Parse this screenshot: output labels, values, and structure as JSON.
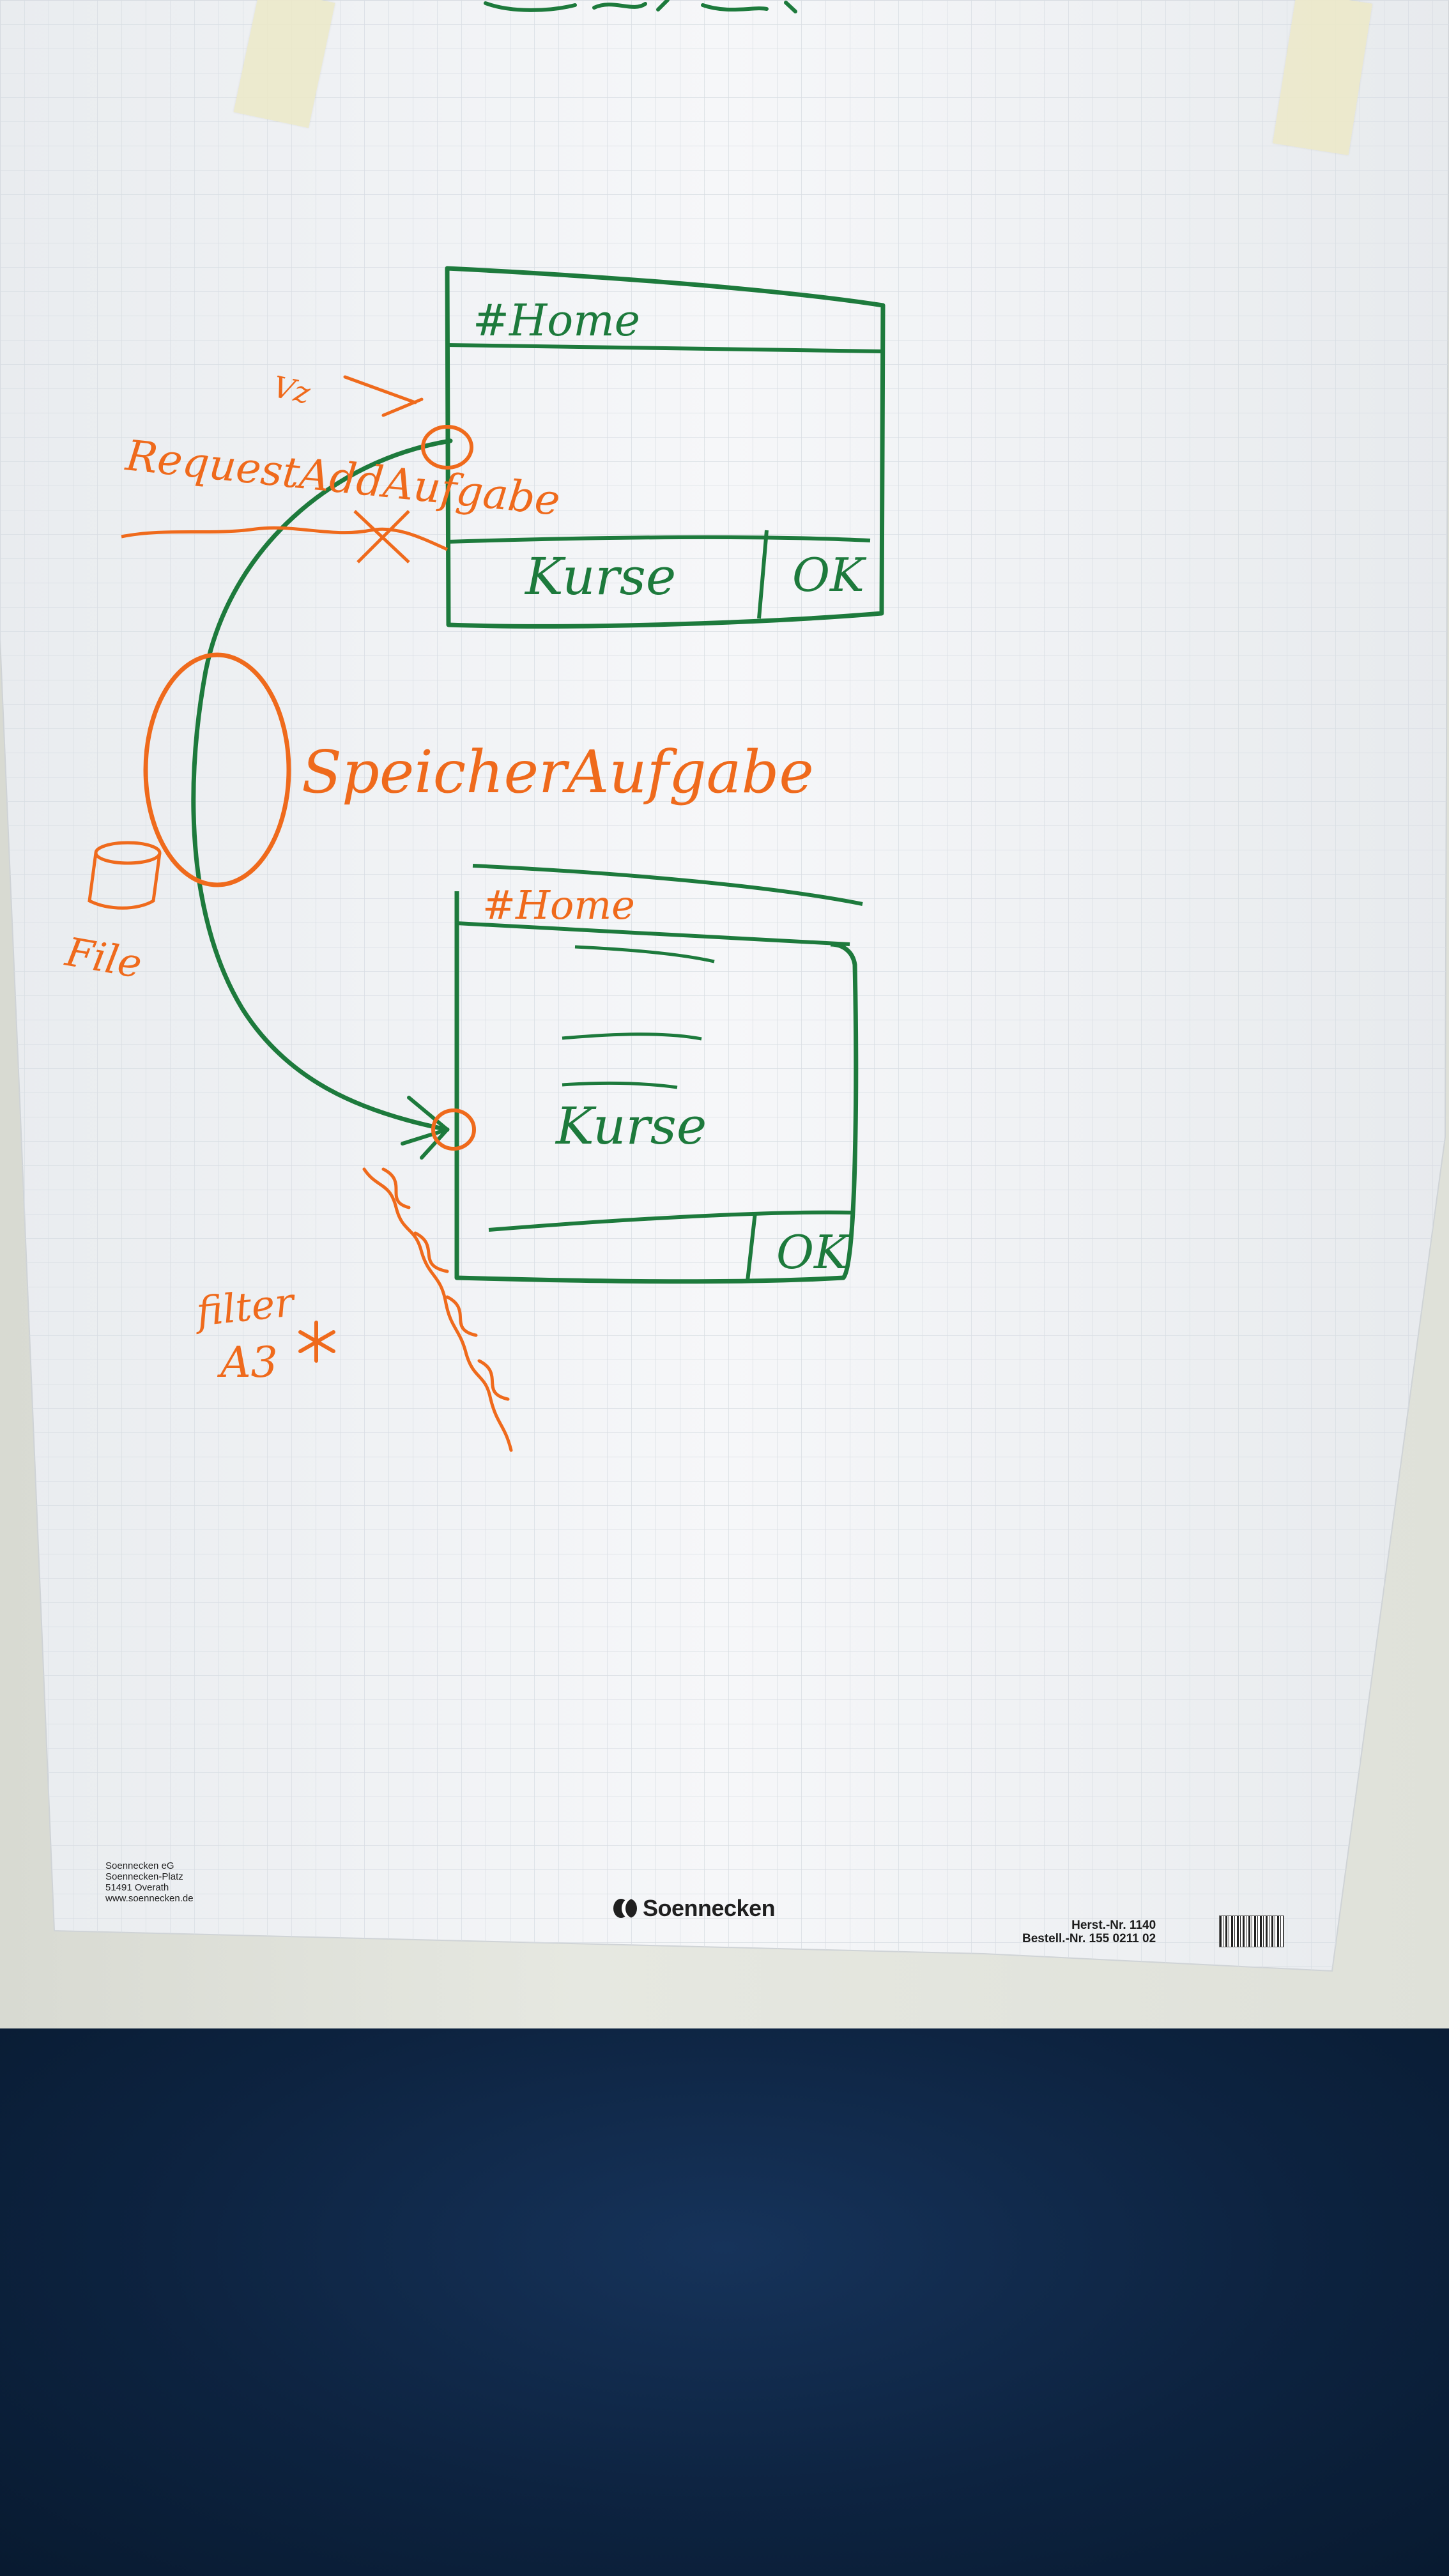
{
  "colors": {
    "marker_green": "#1d7a3c",
    "marker_orange": "#ef6a1c",
    "paper": "#f3f5f7",
    "floor": "#0d2340"
  },
  "screen_top": {
    "title": "#Home",
    "list_label": "Kurse",
    "ok_label": "OK"
  },
  "screen_bottom": {
    "title": "#Home",
    "list_label": "Kurse",
    "ok_label": "OK"
  },
  "annotations": {
    "request_add": "RequestAddAufgabe",
    "save_task": "SpeicherAufgabe",
    "file": "File",
    "filter": "filter",
    "a3": "A3"
  },
  "footer": {
    "imprint": [
      "Soennecken eG",
      "Soennecken-Platz",
      "51491 Overath",
      "www.soennecken.de"
    ],
    "brand": "Soennecken",
    "herst_nr": "Herst.-Nr. 1140",
    "bestell_nr": "Bestell.-Nr. 155 0211 02"
  }
}
